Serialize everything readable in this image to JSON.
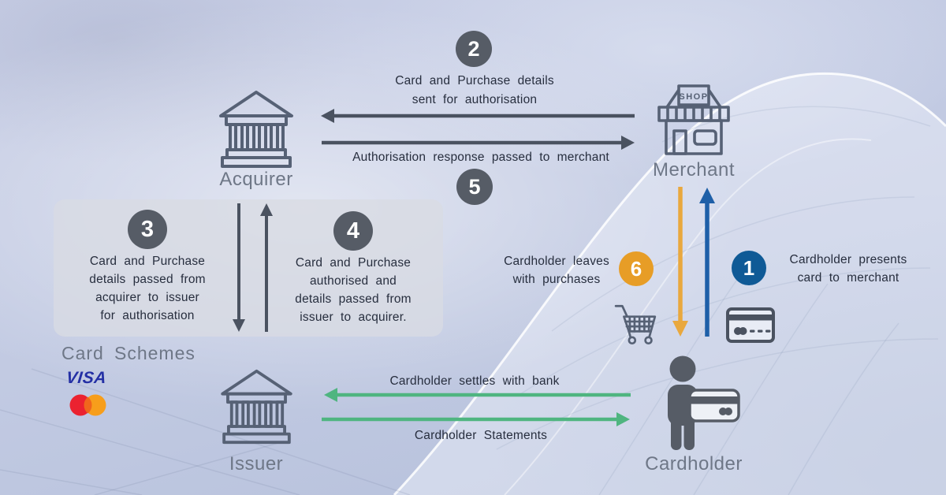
{
  "colors": {
    "step_dark": "#565c66",
    "step_orange": "#e79d26",
    "step_blue": "#0f5a96",
    "arrow_dark": "#4a5260",
    "arrow_green": "#4fb580",
    "arrow_orange": "#e9a83e",
    "arrow_blue": "#1e5fa8",
    "text_dark": "#272e3e",
    "label_gray": "#6e7787",
    "icon_stroke": "#566175",
    "visa_blue": "#2430a5",
    "mc_red": "#eb2230",
    "mc_orange": "#f79e1b",
    "mc_overlap": "#f0661c"
  },
  "steps": {
    "s1": {
      "number": "1",
      "lines": [
        "Cardholder presents",
        "card to merchant"
      ]
    },
    "s2": {
      "number": "2",
      "lines": [
        "Card and Purchase details",
        "sent for authorisation"
      ]
    },
    "s3": {
      "number": "3",
      "lines": [
        "Card and Purchase",
        "details passed from",
        "acquirer to issuer",
        "for authorisation"
      ]
    },
    "s4": {
      "number": "4",
      "lines": [
        "Card and Purchase",
        "authorised and",
        "details passed from",
        "issuer to acquirer."
      ]
    },
    "s5": {
      "number": "5",
      "label": "Authorisation response passed to merchant"
    },
    "s6": {
      "number": "6",
      "lines": [
        "Cardholder leaves",
        "with purchases"
      ]
    }
  },
  "arrows": {
    "settle_label": "Cardholder settles with bank",
    "statements_label": "Cardholder Statements"
  },
  "entities": {
    "acquirer_label": "Acquirer",
    "merchant_label": "Merchant",
    "issuer_label": "Issuer",
    "cardholder_label": "Cardholder",
    "card_schemes_title": "Card Schemes",
    "visa_label": "VISA",
    "shop_sign": "SHOP"
  }
}
